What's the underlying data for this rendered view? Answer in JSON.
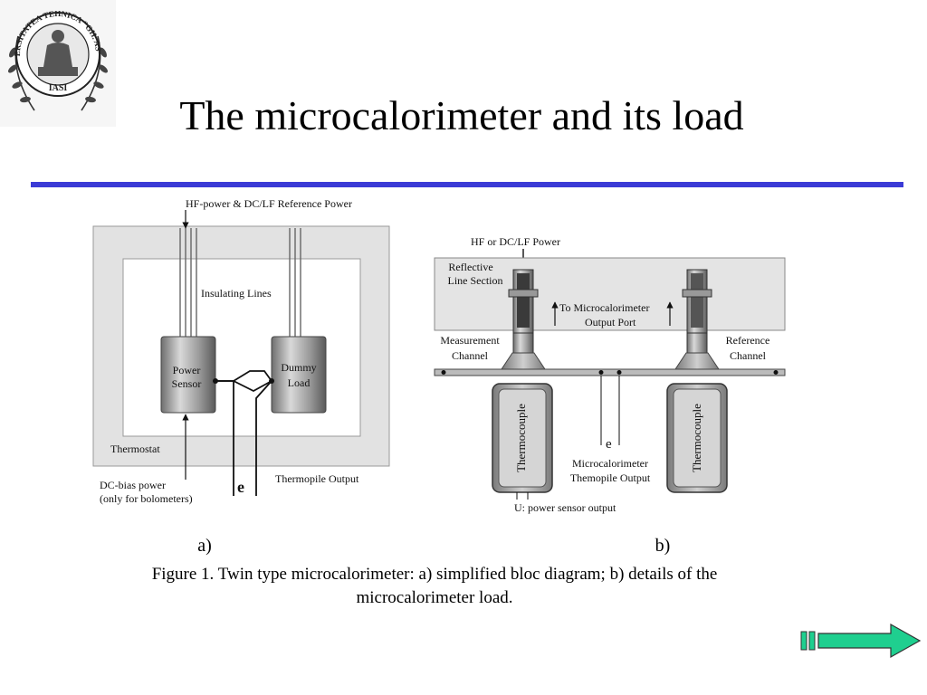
{
  "slide": {
    "title": "The microcalorimeter and its load",
    "accent_color": "#3b3bd6"
  },
  "logo": {
    "ring_text": "UNIVERSITATEA TEHNICA \"GH. ASACHI\"",
    "bottom_text": "IASI"
  },
  "diagram_a": {
    "top_label": "HF-power & DC/LF Reference Power",
    "insulating_lines": "Insulating Lines",
    "power_sensor": [
      "Power",
      "Sensor"
    ],
    "dummy_load": [
      "Dummy",
      "Load"
    ],
    "thermostat": "Thermostat",
    "dc_bias": [
      "DC-bias power",
      "(only for bolometers)"
    ],
    "e_label": "e",
    "thermopile_output": "Thermopile Output"
  },
  "diagram_b": {
    "top_label": "HF or DC/LF Power",
    "reflective": [
      "Reflective",
      "Line Section"
    ],
    "output_port": [
      "To Microcalorimeter",
      "Output Port"
    ],
    "measurement": [
      "Measurement",
      "Channel"
    ],
    "reference": [
      "Reference",
      "Channel"
    ],
    "thermocouple": "Thermocouple",
    "e_label": "e",
    "thermopile": [
      "Microcalorimeter",
      "Themopile Output"
    ],
    "u_label": "U: power sensor output"
  },
  "labels": {
    "a": "a)",
    "b": "b)"
  },
  "caption": {
    "line1": "Figure 1. Twin type microcalorimeter: a) simplified bloc diagram; b) details of the",
    "line2": "microcalorimeter load."
  },
  "nav": {
    "icon": "next-arrow-icon",
    "color": "#1fcf8f"
  }
}
